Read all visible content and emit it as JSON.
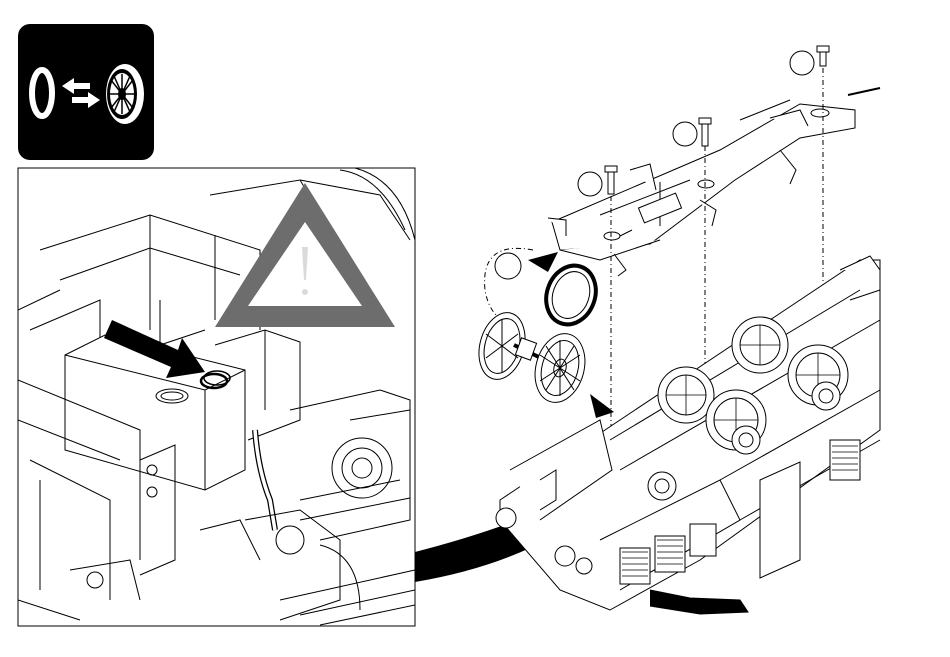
{
  "badge": {
    "icon": "tire-swap-icon",
    "background": "#000000",
    "foreground": "#ffffff"
  },
  "warning": {
    "icon": "warning-triangle-icon",
    "color": "#6d6d6d"
  },
  "step_markers": [
    {
      "id": "screw-1",
      "label": ""
    },
    {
      "id": "screw-2",
      "label": ""
    },
    {
      "id": "screw-3",
      "label": ""
    },
    {
      "id": "traction-tire",
      "label": ""
    },
    {
      "id": "axle-slot",
      "label": ""
    }
  ],
  "colors": {
    "line": "#000000",
    "paper": "#ffffff",
    "callout": "#000000"
  }
}
